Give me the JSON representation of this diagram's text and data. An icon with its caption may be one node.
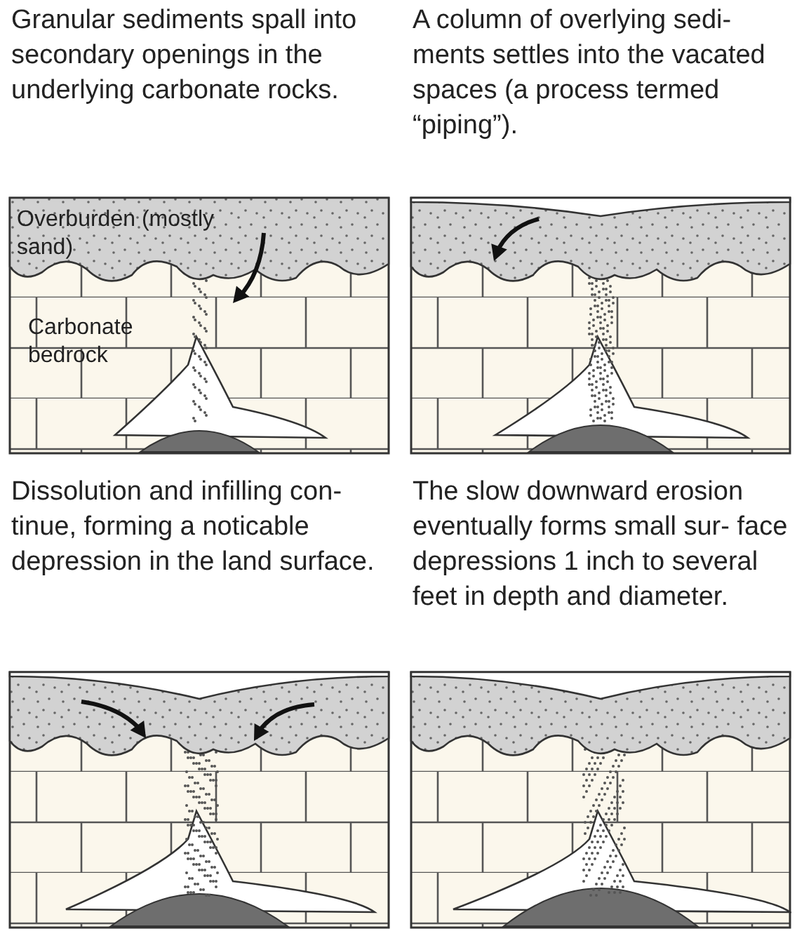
{
  "diagram": {
    "labels": [
      "Granular sediments spall into secondary openings in the underlying carbonate rocks.",
      "A column of overlying sedi- ments settles into the vacated spaces (a process termed “piping”).",
      "Overburden (mostly sand)",
      "Carbonate bedrock",
      "Dissolution and infilling con- tinue, forming a noticable depression in the land surface.",
      "The slow downward erosion eventually forms small sur- face depressions 1 inch to several feet in depth and diameter."
    ]
  }
}
